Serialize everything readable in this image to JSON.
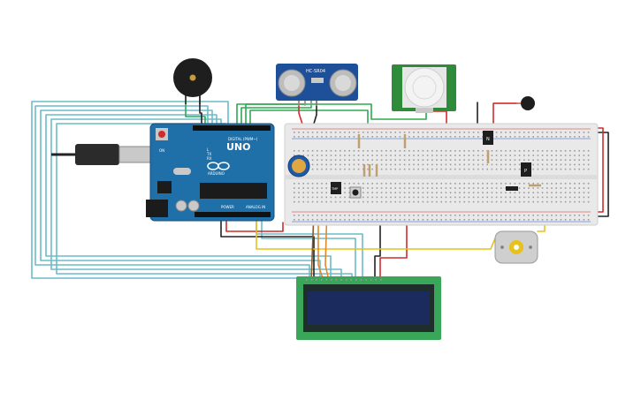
{
  "arduino": {
    "model": "UNO",
    "brand": "ARDUINO",
    "digital_header": "DIGITAL (PWM~)",
    "power_label": "POWER",
    "analog_label": "ANALOG IN",
    "tx_label": "TX",
    "rx_label": "RX",
    "l_label": "L",
    "on_label": "ON"
  },
  "ultrasonic": {
    "label": "HC-SR04"
  },
  "transistors": {
    "left": "N",
    "right": "P"
  },
  "temp_sensor": {
    "label": "TMP"
  },
  "colors": {
    "arduino_board": "#1f6fa8",
    "breadboard": "#e9e9e9",
    "pir_board": "#2e8b3a",
    "lcd_board": "#3aa65a",
    "lcd_screen": "#1c2b5e",
    "wire_cyan": "#6bbcc7",
    "wire_green": "#2fa84f",
    "wire_red": "#d12b2b",
    "wire_black": "#222222",
    "wire_yellow": "#e6c21a",
    "wire_orange": "#e0892b",
    "wire_brown": "#8a5a2b",
    "wire_grey": "#888888"
  }
}
